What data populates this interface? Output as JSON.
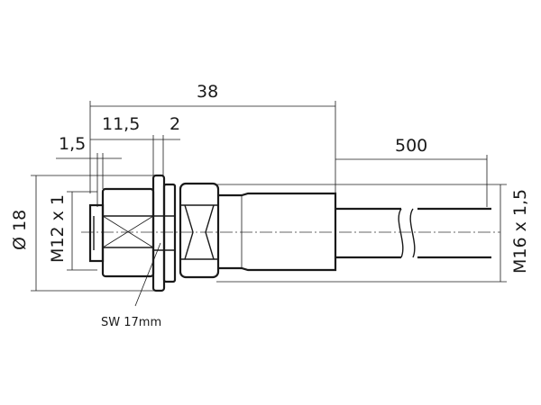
{
  "dimensions": {
    "overall_length": "38",
    "cable_length": "500",
    "front_offset": "1,5",
    "body_length": "11,5",
    "nut_thickness": "2",
    "diameter": "Ø 18",
    "front_thread": "M12 x 1",
    "rear_thread": "M16 x 1,5",
    "wrench_size": "SW 17mm"
  },
  "colors": {
    "line": "#1a1a1a",
    "background": "#ffffff"
  }
}
